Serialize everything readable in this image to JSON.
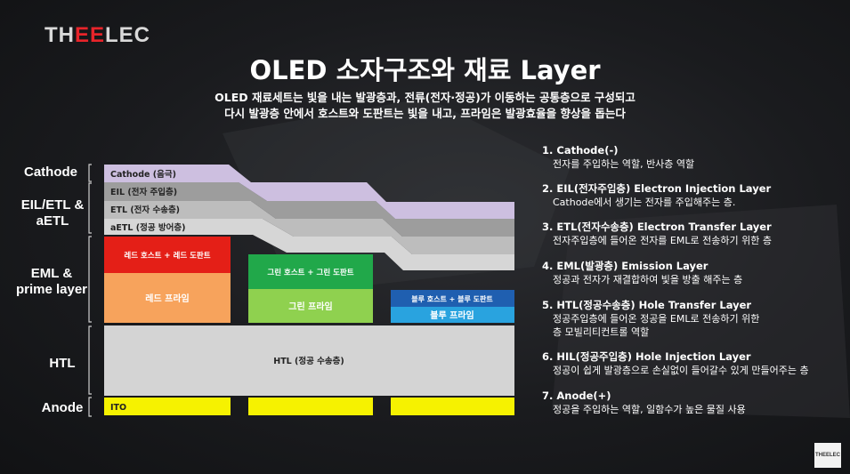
{
  "logo": "THEELEC",
  "logo_parts": [
    "TH",
    "EE",
    "LEC"
  ],
  "title": "OLED 소자구조와 재료 Layer",
  "subtitle_lines": [
    "OLED 재료세트는 빛을 내는 발광층과, 전류(전자·정공)가 이동하는 공통층으로 구성되고",
    "다시 발광층 안에서 호스트와 도판트는 빛을 내고, 프라임은 발광효율을 향상을 돕는다"
  ],
  "left_labels": {
    "cathode": "Cathode",
    "eil_etl_1": "EIL/ETL &",
    "eil_etl_2": "aETL",
    "eml_1": "EML &",
    "eml_2": "prime layer",
    "htl": "HTL",
    "anode": "Anode"
  },
  "layers": {
    "cathode": "Cathode (음극)",
    "eil": "EIL (전자 주입층)",
    "etl": "ETL (전자 수송층)",
    "aetl": "aETL (정공 방어층)",
    "red_host": "레드 호스트 + 레드 도판트",
    "red_prime": "레드 프라임",
    "green_host": "그린 호스트 + 그린 도판트",
    "green_prime": "그린 프라임",
    "blue_host": "블루 호스트 + 블루 도판트",
    "blue_prime": "블루 프라임",
    "htl": "HTL (정공 수송층)",
    "ito": "ITO"
  },
  "colors": {
    "cathode": "#cdbfe0",
    "eil": "#9d9d9d",
    "etl": "#bdbdbd",
    "aetl": "#d6d6d6",
    "red_host": "#e41f17",
    "red_prime": "#f7a35c",
    "green_host": "#21a84a",
    "green_prime": "#8fd14f",
    "blue_host": "#1f5fb0",
    "blue_prime": "#29a3df",
    "htl": "#d4d4d4",
    "ito": "#f6f200",
    "brand_red": "#e8242a"
  },
  "descriptions": [
    {
      "head": "1. Cathode(-)",
      "body": [
        "전자를 주입하는 역할, 반사층 역할"
      ]
    },
    {
      "head": "2. EIL(전자주입층) Electron Injection Layer",
      "body": [
        "Cathode에서 생기는 전자를 주입해주는 층."
      ]
    },
    {
      "head": "3. ETL(전자수송층) Electron Transfer Layer",
      "body": [
        "전자주입층에 들어온 전자를 EML로 전송하기 위한 층"
      ]
    },
    {
      "head": "4. EML(발광층) Emission Layer",
      "body": [
        "정공과 전자가 재결합하여 빛을 방출 해주는 층"
      ]
    },
    {
      "head": "5. HTL(정공수송층) Hole Transfer Layer",
      "body": [
        "정공주입층에 들어온 정공을 EML로 전송하기 위한",
        "층 모빌리티컨트롤 역할"
      ]
    },
    {
      "head": "6. HIL(정공주입층)  Hole Injection Layer",
      "body": [
        "정공이 쉽게 발광층으로 손실없이 들어갈수 있게 만들어주는 층"
      ]
    },
    {
      "head": "7. Anode(+)",
      "body": [
        "정공을 주입하는 역할, 일함수가 높은 물질 사용"
      ]
    }
  ],
  "corner_logo": "THEELEC"
}
